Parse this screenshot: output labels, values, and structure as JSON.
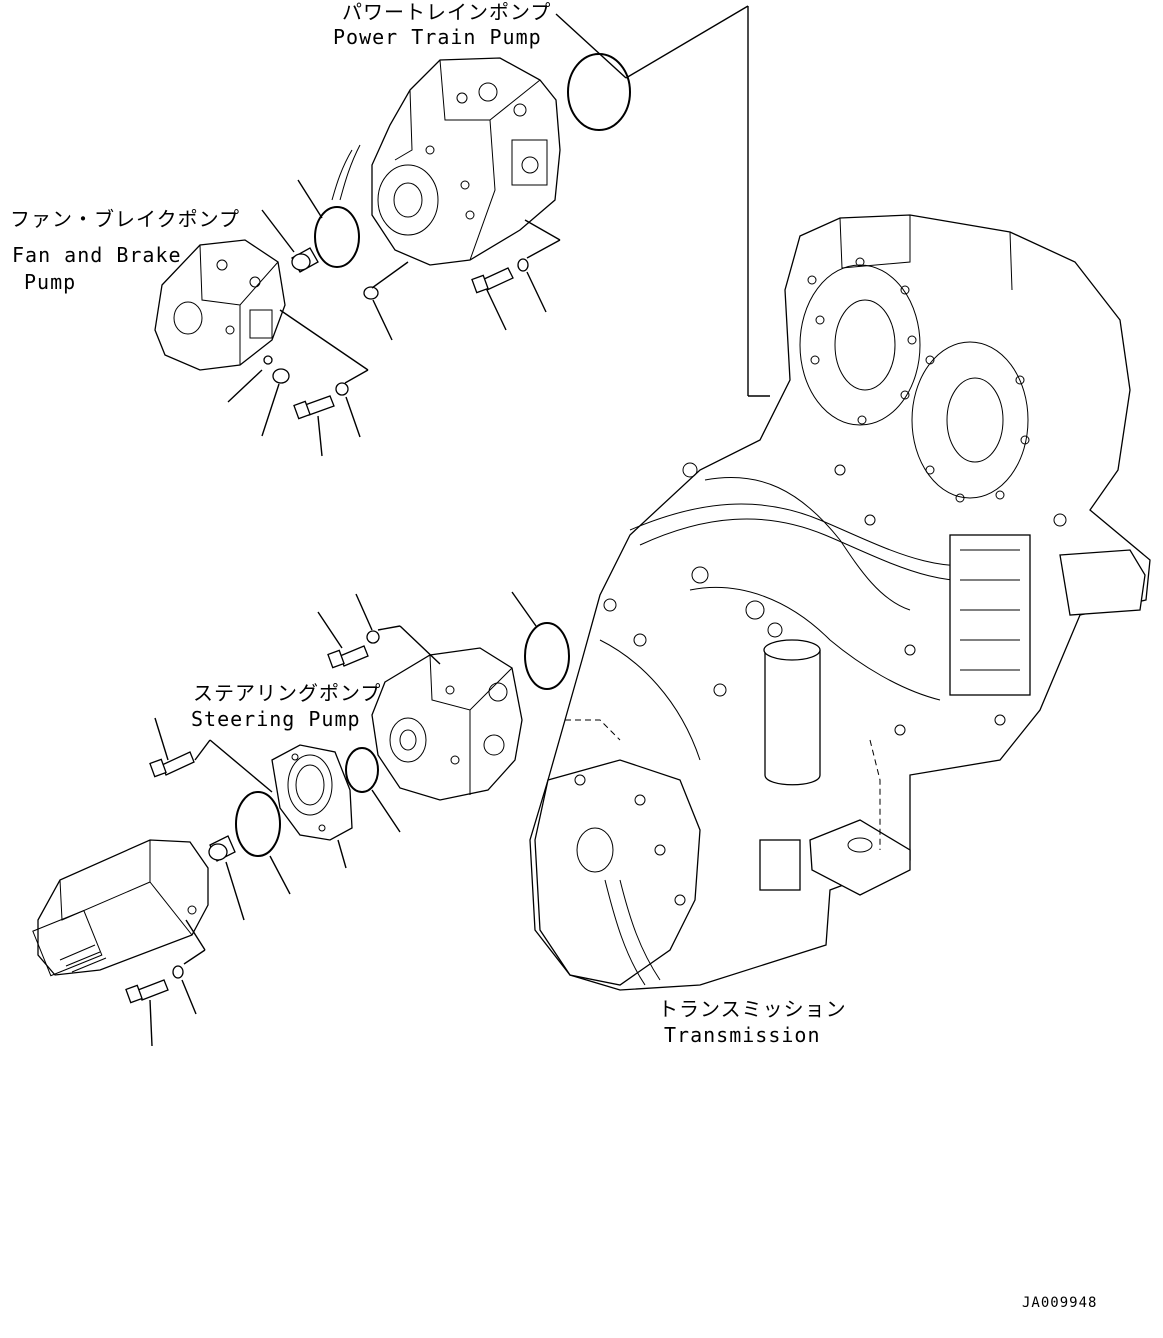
{
  "labels": {
    "power_train_pump_jp": "パワートレインポンプ",
    "power_train_pump_en": "Power Train Pump",
    "fan_brake_pump_jp": "ファン・ブレイクポンプ",
    "fan_brake_pump_en_1": "Fan and Brake",
    "fan_brake_pump_en_2": "Pump",
    "steering_pump_jp": "ステアリングポンプ",
    "steering_pump_en": "Steering Pump",
    "transmission_jp": "トランスミッション",
    "transmission_en": "Transmission",
    "drawing_code": "JA009948"
  }
}
